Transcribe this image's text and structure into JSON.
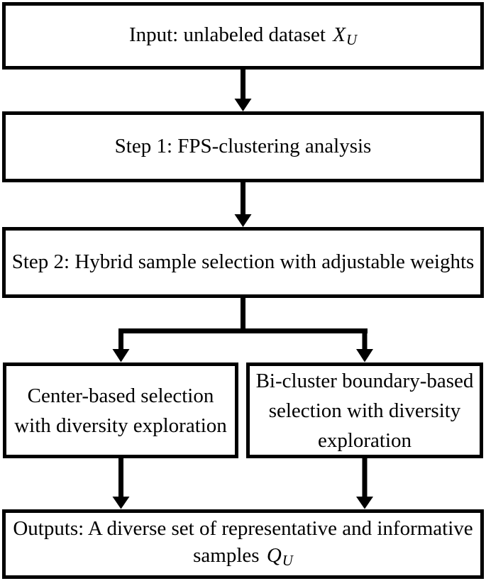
{
  "figure": {
    "title": "Flowchart of hybrid sample selection pipeline",
    "ink": "#000000",
    "background": "#ffffff"
  },
  "boxes": {
    "input": {
      "prefix": "Input: unlabeled dataset ",
      "var": "X",
      "sub": "U"
    },
    "step1": {
      "label": "Step 1: FPS-clustering analysis"
    },
    "step2": {
      "label": "Step 2: Hybrid sample selection with adjustable weights"
    },
    "center": {
      "lines": [
        "Center-based selection",
        "with diversity exploration"
      ]
    },
    "bicluster": {
      "lines": [
        "Bi-cluster boundary-based",
        "selection with diversity",
        "exploration"
      ]
    },
    "outputs": {
      "line1": "Outputs: A diverse set of representative and informative",
      "prefix": "samples ",
      "var": "Q",
      "sub": "U"
    }
  }
}
